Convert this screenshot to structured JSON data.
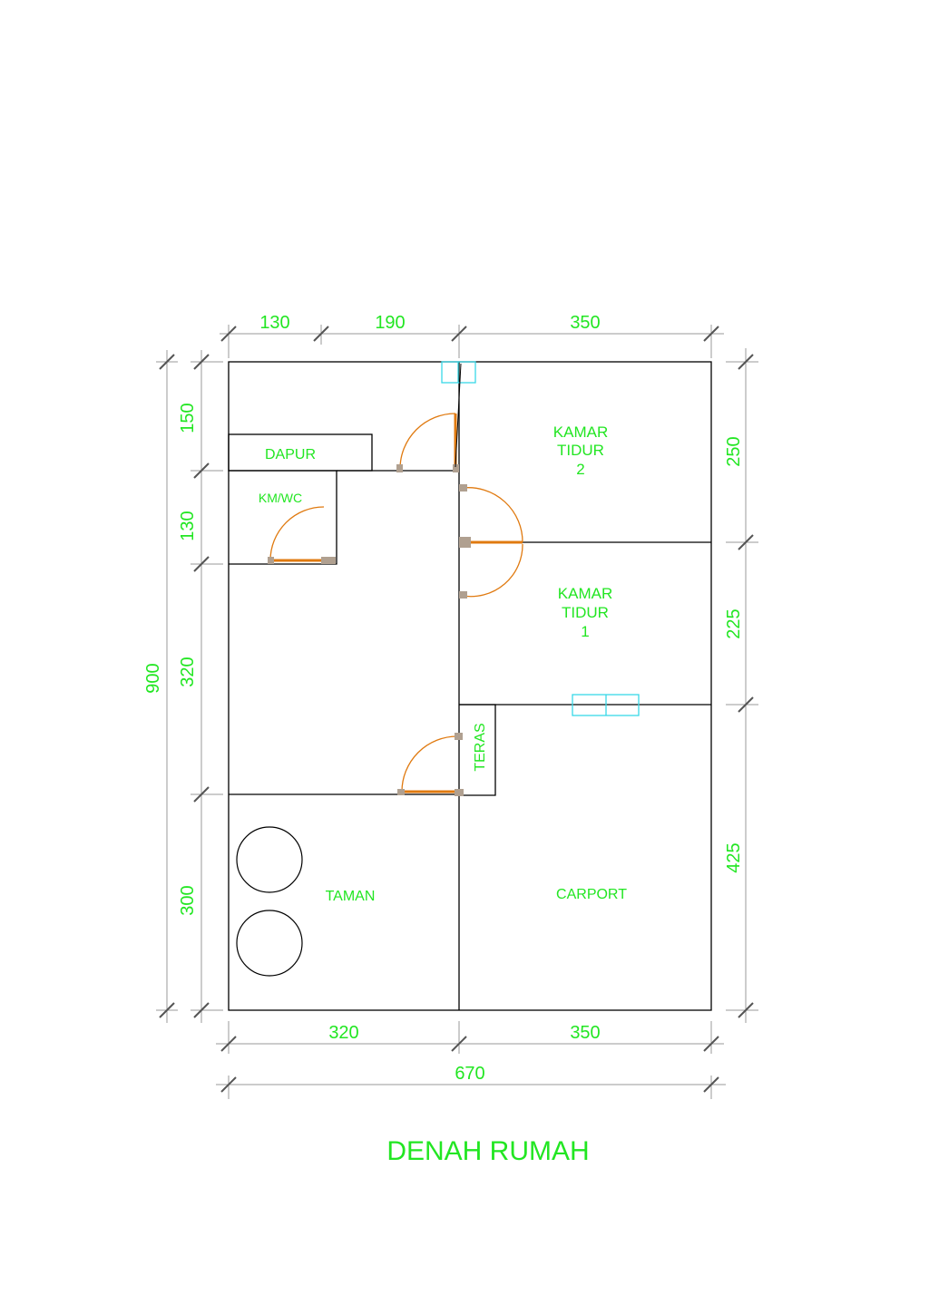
{
  "colors": {
    "wall": "#000000",
    "label": "#22e622",
    "dimension_line": "#9a9a9a",
    "tick": "#555555",
    "door": "#e07a10",
    "door_jamb": "#b0a090",
    "window": "#38d8e8"
  },
  "title": "DENAH RUMAH",
  "rooms": {
    "dapur": "DAPUR",
    "kmwc": "KM/WC",
    "kamar2": [
      "KAMAR",
      "TIDUR",
      "2"
    ],
    "kamar1": [
      "KAMAR",
      "TIDUR",
      "1"
    ],
    "teras": "TERAS",
    "taman": "TAMAN",
    "carport": "CARPORT"
  },
  "dimensions": {
    "top": [
      "130",
      "190",
      "350"
    ],
    "bottom": [
      "320",
      "350"
    ],
    "bottom_total": "670",
    "left_inner": [
      "150",
      "130",
      "320",
      "300"
    ],
    "left_total": "900",
    "right": [
      "250",
      "225",
      "425"
    ]
  }
}
